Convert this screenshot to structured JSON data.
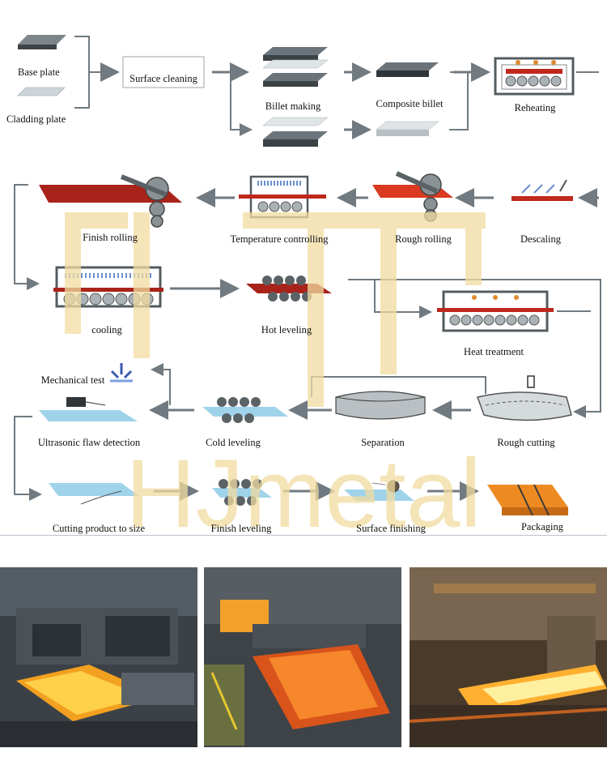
{
  "steps": {
    "base_plate": "Base plate",
    "cladding_plate": "Cladding plate",
    "surface_cleaning": "Surface cleaning",
    "billet_making": "Billet making",
    "composite_billet": "Composite billet",
    "reheating": "Reheating",
    "finish_rolling": "Finish rolling",
    "temperature_controlling": "Temperature controlling",
    "rough_rolling": "Rough rolling",
    "descaling": "Descaling",
    "cooling": "cooling",
    "hot_leveling": "Hot leveling",
    "heat_treatment": "Heat treatment",
    "mechanical_test": "Mechanical test",
    "ultrasonic_flaw_detection": "Ultrasonic flaw detection",
    "cold_leveling": "Cold leveling",
    "separation": "Separation",
    "rough_cutting": "Rough cutting",
    "cutting_product_to_size": "Cutting product to size",
    "finish_leveling": "Finish leveling",
    "surface_finishing": "Surface finishing",
    "packaging": "Packaging"
  },
  "watermark": {
    "logo_text": "HJmetal"
  },
  "colors": {
    "arrow": "#707a80",
    "hot_plate": "#c0281c",
    "steel": "#4a5258",
    "clad": "#c8d0d2",
    "watermark": "#f1dca0",
    "blue_plate": "#9fd3ea"
  },
  "photos": [
    "rolling-mill-photo",
    "hot-slab-line-photo",
    "roller-table-photo"
  ]
}
